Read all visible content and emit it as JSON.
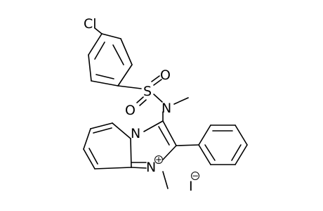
{
  "atoms": {
    "chlorine": "Cl",
    "sulfur": "S",
    "oxygen_top": "O",
    "oxygen_bottom": "O",
    "sulfonamide_nitrogen": "N",
    "bridgehead_nitrogen": "N",
    "imidazolium_nitrogen": "N",
    "iodine": "I"
  },
  "charges": {
    "imidazolium_nitrogen": "+",
    "iodide": "−"
  }
}
